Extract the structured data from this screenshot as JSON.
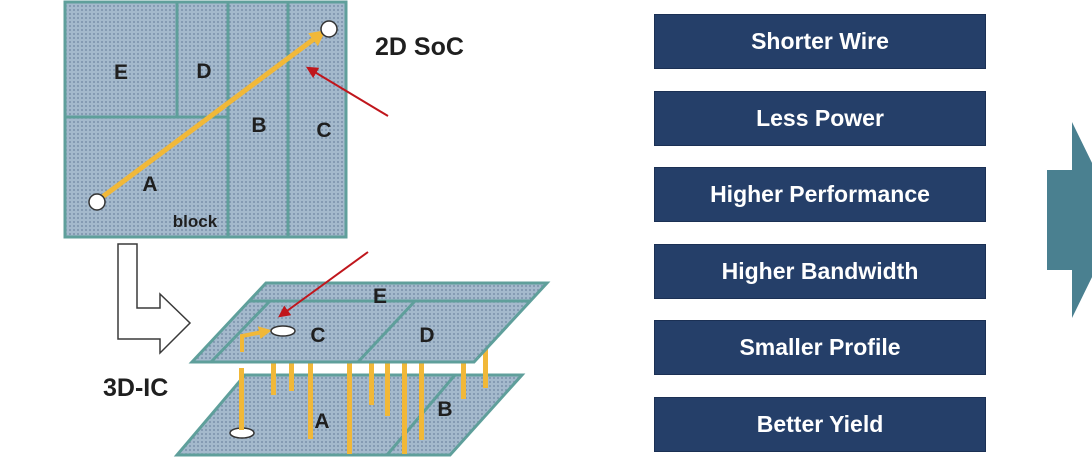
{
  "titles": {
    "soc_2d": "2D SoC",
    "ic_3d": "3D-IC"
  },
  "soc_2d_blocks": {
    "a": "A",
    "b": "B",
    "c": "C",
    "d": "D",
    "e": "E",
    "block_label": "block"
  },
  "ic_3d_blocks": {
    "top_e": "E",
    "top_c": "C",
    "top_d": "D",
    "bottom_a": "A",
    "bottom_b": "B"
  },
  "benefits": [
    "Shorter Wire",
    "Less Power",
    "Higher Performance",
    "Higher Bandwidth",
    "Smaller Profile",
    "Better Yield"
  ],
  "colors": {
    "block_fill": "#a4b9cc",
    "block_border": "#5f9f9b",
    "wire": "#f1b838",
    "pointer_arrow": "#c0161c",
    "benefit_fill": "#253f69",
    "benefit_text": "#ffffff",
    "big_arrow": "#4a8090"
  }
}
